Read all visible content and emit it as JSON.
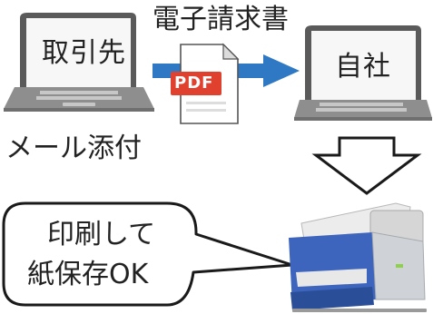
{
  "flow": {
    "sender_label": "取引先",
    "receiver_label": "自社",
    "document_label": "電子請求書",
    "file_badge": "PDF",
    "transfer_method": "メール添付",
    "speech_bubble": {
      "line1": "印刷して",
      "line2": "紙保存OK"
    }
  },
  "icons": {
    "sender": "laptop-icon",
    "receiver": "laptop-icon",
    "file": "pdf-file-icon",
    "printer": "printer-icon"
  },
  "colors": {
    "flow_arrow": "#2f78c4",
    "pdf_badge": "#e0412f",
    "printer_body": "#3d65bd",
    "outline": "#1a1a1a"
  }
}
